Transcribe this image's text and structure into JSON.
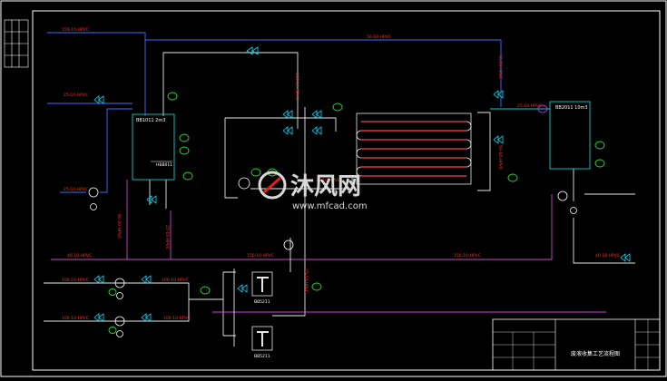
{
  "colors": {
    "frame": "#ffffff",
    "pipe_blue": "#3b6fff",
    "pipe_white": "#e8e8e8",
    "pipe_magenta": "#d040d0",
    "pipe_cyan": "#00d0d0",
    "pipe_yellow": "#e0e000",
    "label_red": "#ff2a2a",
    "label_yellow": "#ffff40",
    "equipment_green": "#20e020",
    "valve_cyan": "#00e0ff",
    "watermark": "#d8d8d8",
    "watermark_red": "#e02020"
  },
  "equipment": {
    "tank_left": "BB1011 2m3",
    "tank_left_tag": "HBB011",
    "tank_right": "BB2011 10m3",
    "column_a": "BB5211",
    "column_b": "BB5211"
  },
  "pipe_labels": {
    "top_left": "150-10-HPVC",
    "top_center": "50-10-HPVC",
    "left_mid": "25-10-HPVC",
    "left_low": "25-10-HPVC",
    "left_bottom_out": "40-10-HPVC",
    "bottom_center": "150-10-HPVC",
    "bottom_right": "150-10-HPVC",
    "right_out": "40-10-HPVC",
    "mid_small_a": "25-10-HPVC",
    "mid_small_b": "25-10-HPVC",
    "feed_row1": "100-10-HPVC",
    "feed_row2": "100-10-HPVC",
    "col_label": "100-10-HPVC",
    "vert_a": "100-10-HPVC",
    "vert_b": "50-10-HPVC",
    "vert_c": "25-10-HPVC",
    "vert_d": "80-10-HPVC",
    "vert_e": "25-10-HPVC",
    "hx_in": "50-10-HPVC",
    "pump_left_label": "100-10-HPVC"
  },
  "watermark": {
    "cn": "沐风网",
    "url": "www.mfcad.com"
  },
  "title_block": {
    "title": "废液收集工艺流程图"
  }
}
